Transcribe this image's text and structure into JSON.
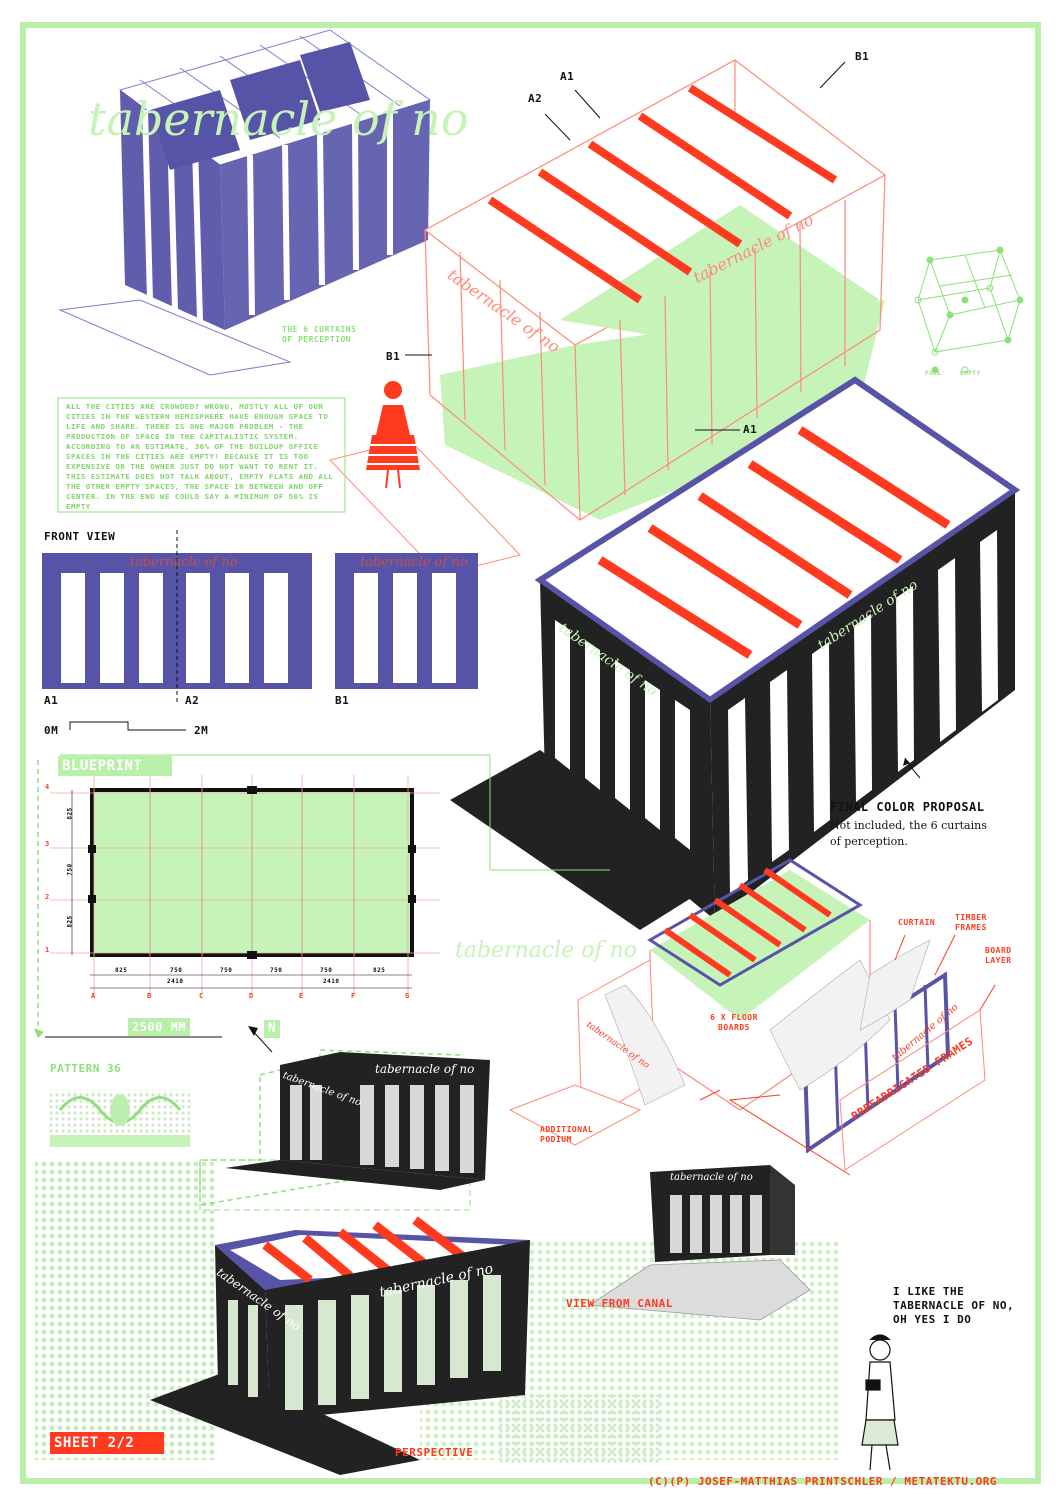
{
  "sheet": {
    "name": "SHEET 2/2",
    "copyright": "(C)(P) JOSEF-MATTHIAS PRINTSCHLER / METATEKTU.ORG"
  },
  "branding": {
    "script_title": "tabernacle of no",
    "sign_text": "tabernacle of no"
  },
  "top_model": {
    "caption": "THE 6 CURTAINS OF PERCEPTION",
    "caption_line1": "THE 6 CURTAINS",
    "caption_line2": "OF PERCEPTION"
  },
  "frame_labels": {
    "a1": "A1",
    "a2": "A2",
    "b1": "B1"
  },
  "cube_legend": {
    "full": "FULL",
    "empty": "EMPTY"
  },
  "essay": "ALL THE CITIES ARE CROWDED? WRONG, MOSTLY ALL OF OUR CITIES IN THE WESTERN HEMISPHERE HAVE ENOUGH SPACE TO LIFE AND SHARE. THERE IS ONE MAJOR PROBLEM - THE PRODUCTION OF SPACE IN THE CAPITALISTIC SYSTEM. ACCORDING TO AN ESTIMATE, 30% OF THE BUILDUP OFFICE SPACES IN THE CITIES ARE EMPTY! BECAUSE IT IS TOO EXPENSIVE OR THE OWNER JUST DO NOT WANT TO RENT IT. THIS ESTIMATE DOES NOT TALK ABOUT, EMPTY FLATS AND ALL THE OTHER EMPTY SPACES, THE SPACE IN BETWEEN AND OFF CENTER. IN THE END WE COULD SAY A MINIMUM OF 50% IS EMPTY",
  "front_view": {
    "title": "FRONT VIEW",
    "label_a1": "A1",
    "label_a2": "A2",
    "label_b1": "B1",
    "scale_start": "0M",
    "scale_end": "2M"
  },
  "final_color": {
    "title": "FINAL COLOR PROPOSAL",
    "note_line1": "Not included, the 6 curtains",
    "note_line2": "of perception."
  },
  "blueprint": {
    "title": "BLUEPRINT",
    "width_label": "2500 MM",
    "north": "N",
    "row_labels": [
      "4",
      "3",
      "2",
      "1"
    ],
    "col_labels": [
      "A",
      "B",
      "C",
      "D",
      "E",
      "F",
      "G"
    ],
    "col_dims": [
      "825",
      "750",
      "750",
      "750",
      "750",
      "825"
    ],
    "total_dims": [
      "2410",
      "2410"
    ],
    "row_dims": [
      "825",
      "750",
      "825"
    ]
  },
  "exploded": {
    "curtain": "CURTAIN",
    "timber_frames": "TIMBER FRAMES",
    "board_layer": "BOARD LAYER",
    "floor_boards": "6 X FLOOR BOARDS",
    "additional_podium": "ADDITIONAL PODIUM",
    "prefabricated_frames": "PREFABRICATED FRAMES"
  },
  "pattern": {
    "title": "PATTERN 36"
  },
  "views": {
    "view_from_canal": "VIEW FROM CANAL",
    "perspective": "PERSPECTIVE"
  },
  "speech": {
    "line1": "I LIKE THE",
    "line2": "TABERNACLE OF NO,",
    "line3": "OH YES I DO"
  },
  "colors": {
    "frame_blue": "#5754a8",
    "beam_red": "#ff3a1f",
    "floor_green": "#c6f3b8",
    "accent_green": "#8ee07a",
    "black": "#1e1e1e"
  }
}
